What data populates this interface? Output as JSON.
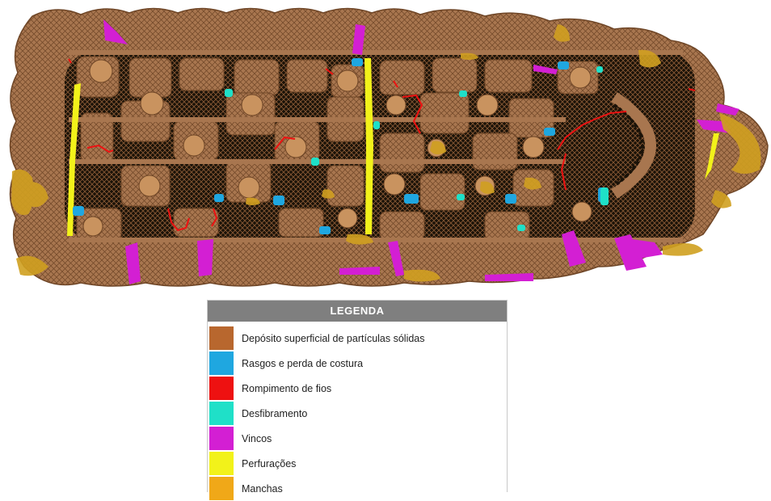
{
  "legend": {
    "title": "LEGENDA",
    "items": [
      {
        "label": "Depósito superficial de partículas sólidas",
        "color": "#b8672e"
      },
      {
        "label": "Rasgos e perda de costura",
        "color": "#1fa7e0"
      },
      {
        "label": "Rompimento de fios",
        "color": "#ee1111"
      },
      {
        "label": "Desfibramento",
        "color": "#1fe0c8"
      },
      {
        "label": "Vincos",
        "color": "#d31fd3"
      },
      {
        "label": "Perfurações",
        "color": "#f2f21a"
      },
      {
        "label": "Manchas",
        "color": "#f0a818"
      }
    ]
  },
  "map_colors": {
    "mat": "#a8764f",
    "mat_dark": "#6e4526",
    "gap": "#1a1208",
    "tan": "#c9935f"
  }
}
